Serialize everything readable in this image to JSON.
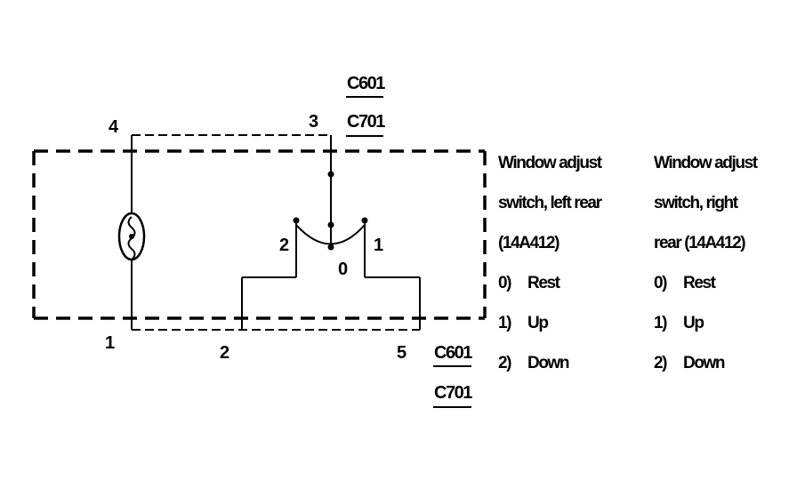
{
  "connectors": {
    "top_primary": "C601",
    "top_secondary": "C701",
    "bottom_primary": "C601",
    "bottom_secondary": "C701"
  },
  "pins": {
    "p4": "4",
    "p3": "3",
    "p1": "1",
    "p2": "2",
    "p5": "5"
  },
  "switch_positions": {
    "pos2": "2",
    "pos1": "1",
    "pos0": "0"
  },
  "legend_left": {
    "title_line1": "Window adjust",
    "title_line2": "switch, left rear",
    "title_line3": "(14A412)",
    "items": [
      {
        "num": "0)",
        "label": "Rest"
      },
      {
        "num": "1)",
        "label": "Up"
      },
      {
        "num": "2)",
        "label": "Down"
      }
    ]
  },
  "legend_right": {
    "title_line1": "Window adjust",
    "title_line2": "switch, right",
    "title_line3": "rear (14A412)",
    "items": [
      {
        "num": "0)",
        "label": "Rest"
      },
      {
        "num": "1)",
        "label": "Up"
      },
      {
        "num": "2)",
        "label": "Down"
      }
    ]
  },
  "symbols": {
    "lamp": "lamp-icon"
  }
}
